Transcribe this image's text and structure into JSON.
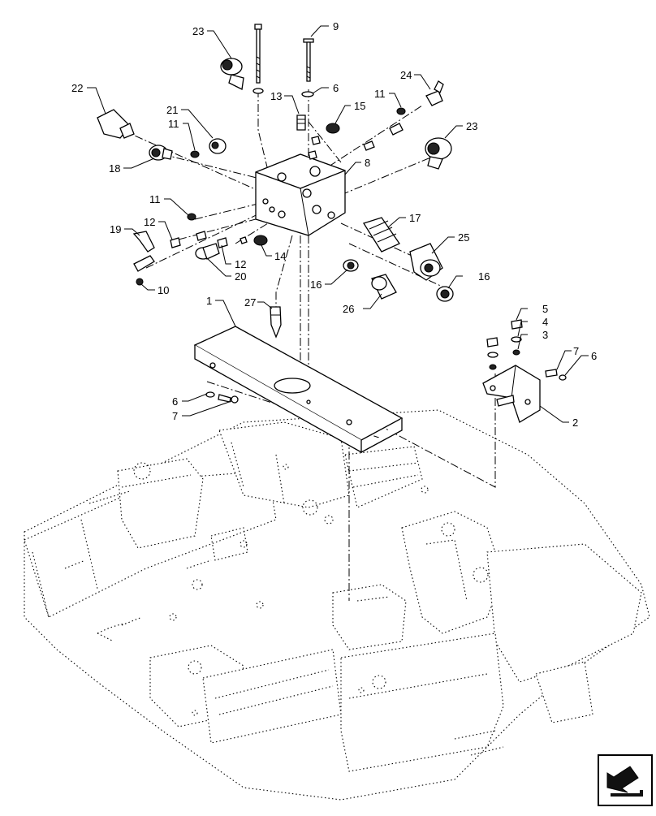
{
  "callouts": [
    {
      "id": "c23a",
      "text": "23"
    },
    {
      "id": "c9",
      "text": "9"
    },
    {
      "id": "c6a",
      "text": "6"
    },
    {
      "id": "c13",
      "text": "13"
    },
    {
      "id": "c15",
      "text": "15"
    },
    {
      "id": "c11a",
      "text": "11"
    },
    {
      "id": "c24",
      "text": "24"
    },
    {
      "id": "c22",
      "text": "22"
    },
    {
      "id": "c21",
      "text": "21"
    },
    {
      "id": "c11b",
      "text": "11"
    },
    {
      "id": "c23b",
      "text": "23"
    },
    {
      "id": "c8",
      "text": "8"
    },
    {
      "id": "c18",
      "text": "18"
    },
    {
      "id": "c11c",
      "text": "11"
    },
    {
      "id": "c17",
      "text": "17"
    },
    {
      "id": "c19",
      "text": "19"
    },
    {
      "id": "c12a",
      "text": "12"
    },
    {
      "id": "c25",
      "text": "25"
    },
    {
      "id": "c14",
      "text": "14"
    },
    {
      "id": "c12b",
      "text": "12"
    },
    {
      "id": "c20",
      "text": "20"
    },
    {
      "id": "c16a",
      "text": "16"
    },
    {
      "id": "c16b",
      "text": "16"
    },
    {
      "id": "c10",
      "text": "10"
    },
    {
      "id": "c26",
      "text": "26"
    },
    {
      "id": "c27",
      "text": "27"
    },
    {
      "id": "c1",
      "text": "1"
    },
    {
      "id": "c5",
      "text": "5"
    },
    {
      "id": "c4",
      "text": "4"
    },
    {
      "id": "c3",
      "text": "3"
    },
    {
      "id": "c7a",
      "text": "7"
    },
    {
      "id": "c6b",
      "text": "6"
    },
    {
      "id": "c6c",
      "text": "6"
    },
    {
      "id": "c7b",
      "text": "7"
    },
    {
      "id": "c2",
      "text": "2"
    }
  ],
  "nav": {
    "icon": "next-page-arrow-icon"
  }
}
